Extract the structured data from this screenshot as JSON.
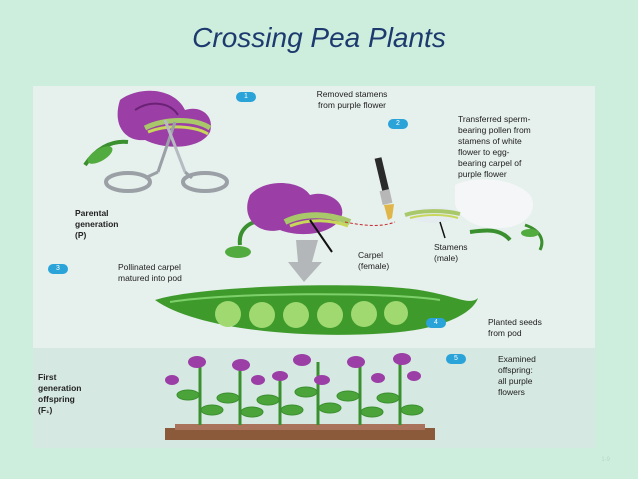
{
  "title": "Crossing Pea Plants",
  "steps": [
    {
      "num": "1",
      "text": "Removed stamens\nfrom purple flower"
    },
    {
      "num": "2",
      "text": "Transferred sperm-\nbearing pollen from\nstamens of white\nflower to egg-\nbearing carpel of\npurple flower"
    },
    {
      "num": "3",
      "text": "Pollinated carpel\nmatured into pod"
    },
    {
      "num": "4",
      "text": "Planted seeds\nfrom pod"
    },
    {
      "num": "5",
      "text": "Examined\noffspring:\nall purple\nflowers"
    }
  ],
  "labels": {
    "parental": "Parental\ngeneration\n(P)",
    "first_gen": "First\ngeneration\noffspring\n(F₁)",
    "carpel": "Carpel\n(female)",
    "stamens": "Stamens\n(male)"
  },
  "page_number": "1-9",
  "colors": {
    "title": "#1d3a6e",
    "badge": "#2aa3d8",
    "purple_flower": "#9b3fa6",
    "leaf": "#4aa43a",
    "pod": "#3f9a2c",
    "soil": "#8a5a3a",
    "background": "#cdeedd"
  }
}
